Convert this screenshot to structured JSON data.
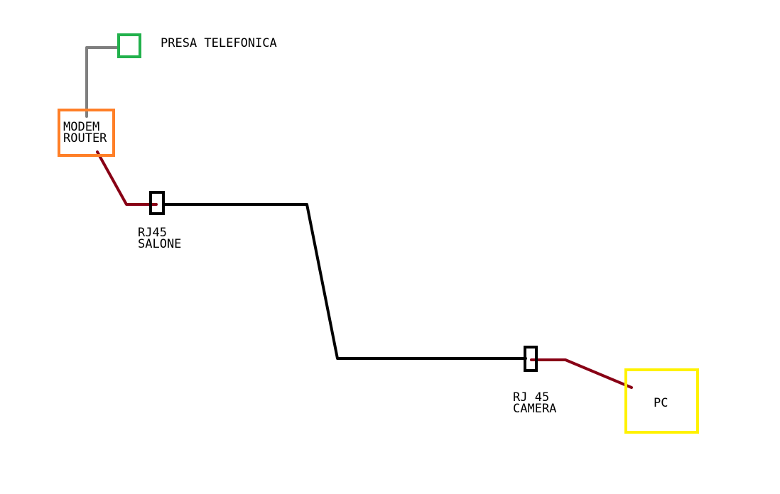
{
  "diagram": {
    "phone_socket": {
      "label": "PRESA TELEFONICA",
      "color": "#22b14c"
    },
    "modem_router": {
      "label_line1": "MODEM",
      "label_line2": "ROUTER",
      "color": "#ff7f27"
    },
    "rj45_living": {
      "label_line1": "RJ45",
      "label_line2": "SALONE",
      "color": "#000000"
    },
    "rj45_room": {
      "label_line1": "RJ 45",
      "label_line2": "CAMERA",
      "color": "#000000"
    },
    "pc": {
      "label": "PC",
      "color": "#fff200"
    },
    "cables": {
      "phone_line_color": "#7f7f7f",
      "patch_cable_color": "#880015",
      "wall_cable_color": "#000000"
    }
  }
}
